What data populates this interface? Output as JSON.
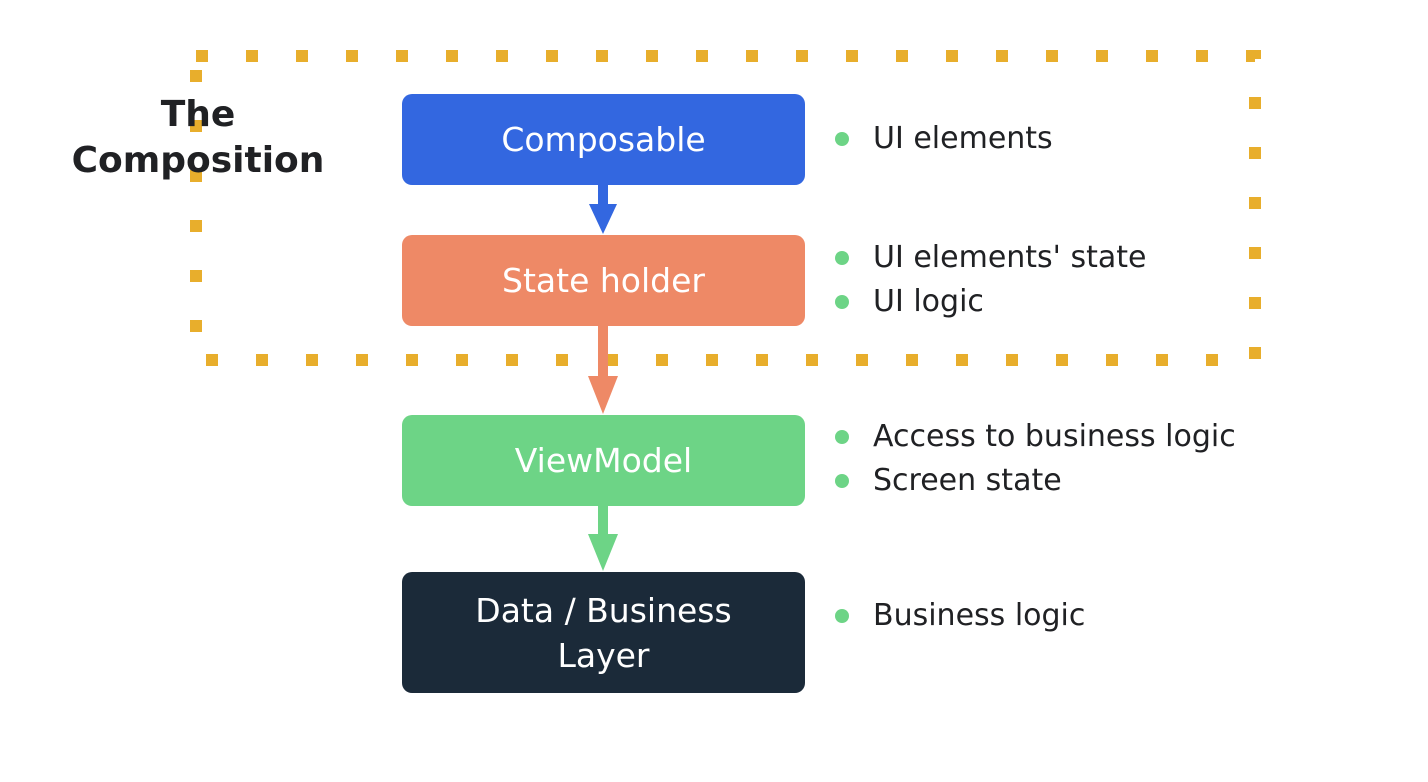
{
  "group": {
    "label_line1": "The",
    "label_line2": "Composition"
  },
  "layers": [
    {
      "id": "composable",
      "name": "Composable",
      "color": "#3367E0",
      "bullets": [
        "UI elements"
      ]
    },
    {
      "id": "state-holder",
      "name": "State holder",
      "color": "#EE8966",
      "bullets": [
        "UI elements' state",
        "UI logic"
      ]
    },
    {
      "id": "viewmodel",
      "name": "ViewModel",
      "color": "#6DD486",
      "bullets": [
        "Access to business logic",
        "Screen state"
      ]
    },
    {
      "id": "data-business-layer",
      "name_line1": "Data / Business",
      "name_line2": "Layer",
      "color": "#1B2A39",
      "bullets": [
        "Business logic"
      ]
    }
  ],
  "colors": {
    "group_border": "#E8AE2C",
    "bullet_dot": "#6DD486",
    "text": "#202124"
  }
}
